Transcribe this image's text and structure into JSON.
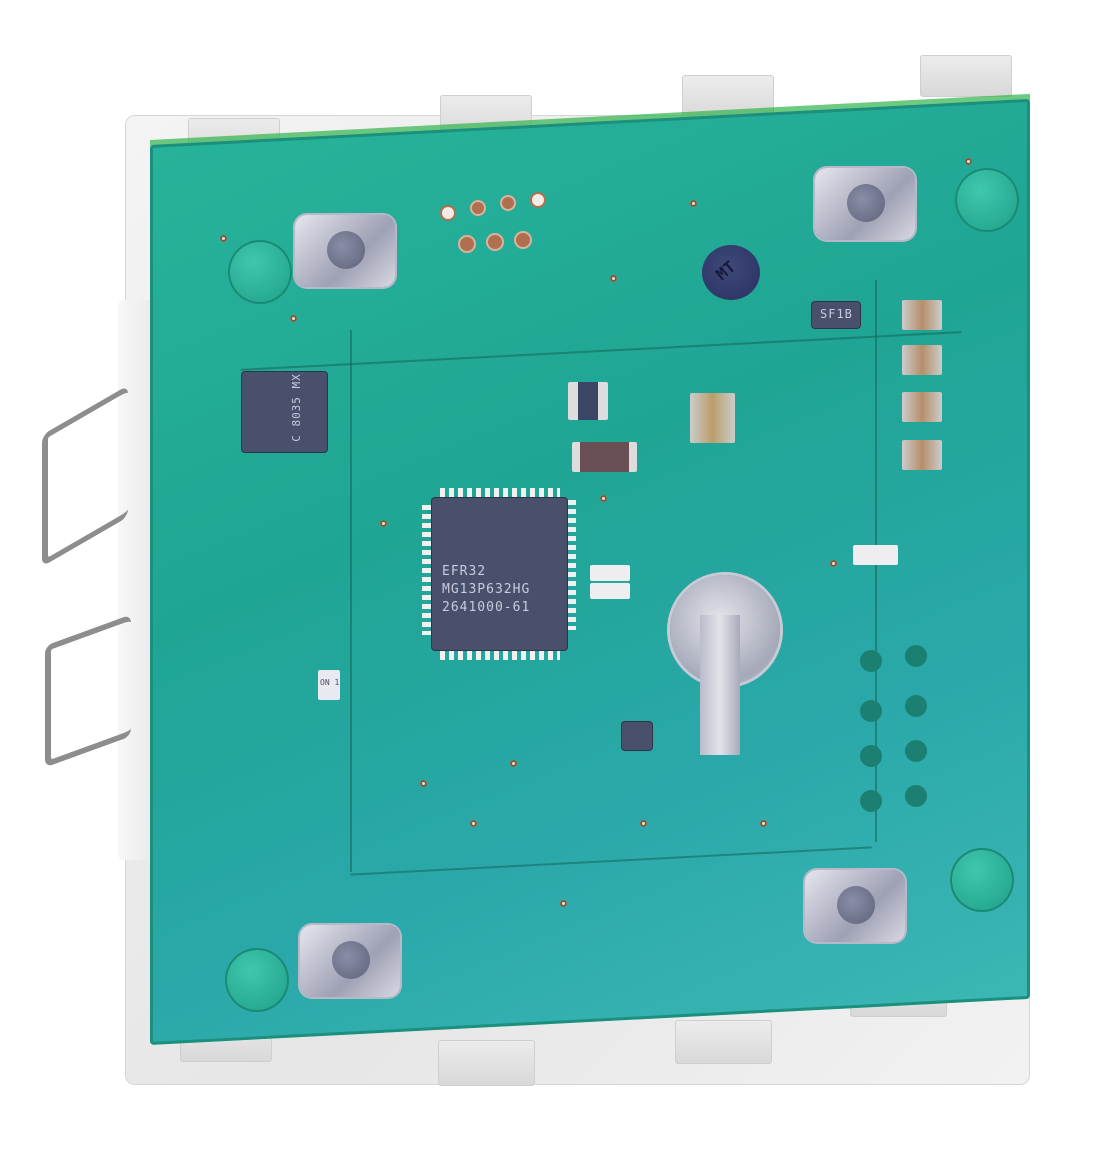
{
  "image": {
    "subject": "PCB module of a wireless switch insert in white plastic frame",
    "colors": {
      "pcb": "#1fa594",
      "frame": "#ececec",
      "chip": "#48506b",
      "copper": "#b07050",
      "metal": "#a5a8b8"
    }
  },
  "components": {
    "mcu": {
      "line1": "EFR32",
      "line2": "MG13P632HG",
      "line3": "2641000-61"
    },
    "regulator": {
      "label": "SF1B"
    },
    "inductor": {
      "label": "MT"
    },
    "mosfet_left": {
      "label": "C 8035 MX"
    },
    "small_chip": {
      "label": "ON 1"
    }
  }
}
